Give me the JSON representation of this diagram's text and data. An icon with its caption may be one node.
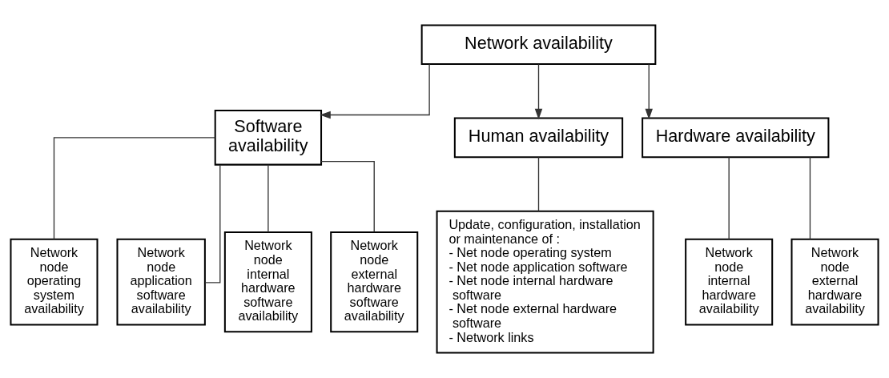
{
  "diagram": {
    "nodes": [
      {
        "text": [
          "Network availability"
        ]
      },
      {
        "text": [
          "Software availability"
        ]
      },
      {
        "text": [
          "Human availability"
        ]
      },
      {
        "text": [
          "Hardware availability"
        ]
      },
      {
        "text": [
          "Network node operating system availability"
        ]
      },
      {
        "text": [
          "Network node application software availability"
        ]
      },
      {
        "text": [
          "Network node internal hardware software availability"
        ]
      },
      {
        "text": [
          "Network node external hardware software availability"
        ]
      },
      {
        "text": [
          "Update, configuration, installation or maintenance of :",
          "- Net node operating system",
          "- Net node application software",
          "- Net node internal hardware software",
          "- Net node external hardware software",
          "- Network links"
        ]
      },
      {
        "text": [
          "Network node internal hardware availability"
        ]
      },
      {
        "text": [
          "Network node external hardware availability"
        ]
      }
    ],
    "edges": [
      {
        "from": 0,
        "to": 1,
        "arrow": "to"
      },
      {
        "from": 0,
        "to": 2,
        "arrow": "to"
      },
      {
        "from": 0,
        "to": 3,
        "arrow": "to"
      },
      {
        "from": 1,
        "to": 4,
        "arrow": "none"
      },
      {
        "from": 1,
        "to": 5,
        "arrow": "none"
      },
      {
        "from": 1,
        "to": 6,
        "arrow": "none"
      },
      {
        "from": 1,
        "to": 7,
        "arrow": "none"
      },
      {
        "from": 2,
        "to": 8,
        "arrow": "none"
      },
      {
        "from": 3,
        "to": 9,
        "arrow": "none"
      },
      {
        "from": 3,
        "to": 10,
        "arrow": "none"
      }
    ]
  }
}
